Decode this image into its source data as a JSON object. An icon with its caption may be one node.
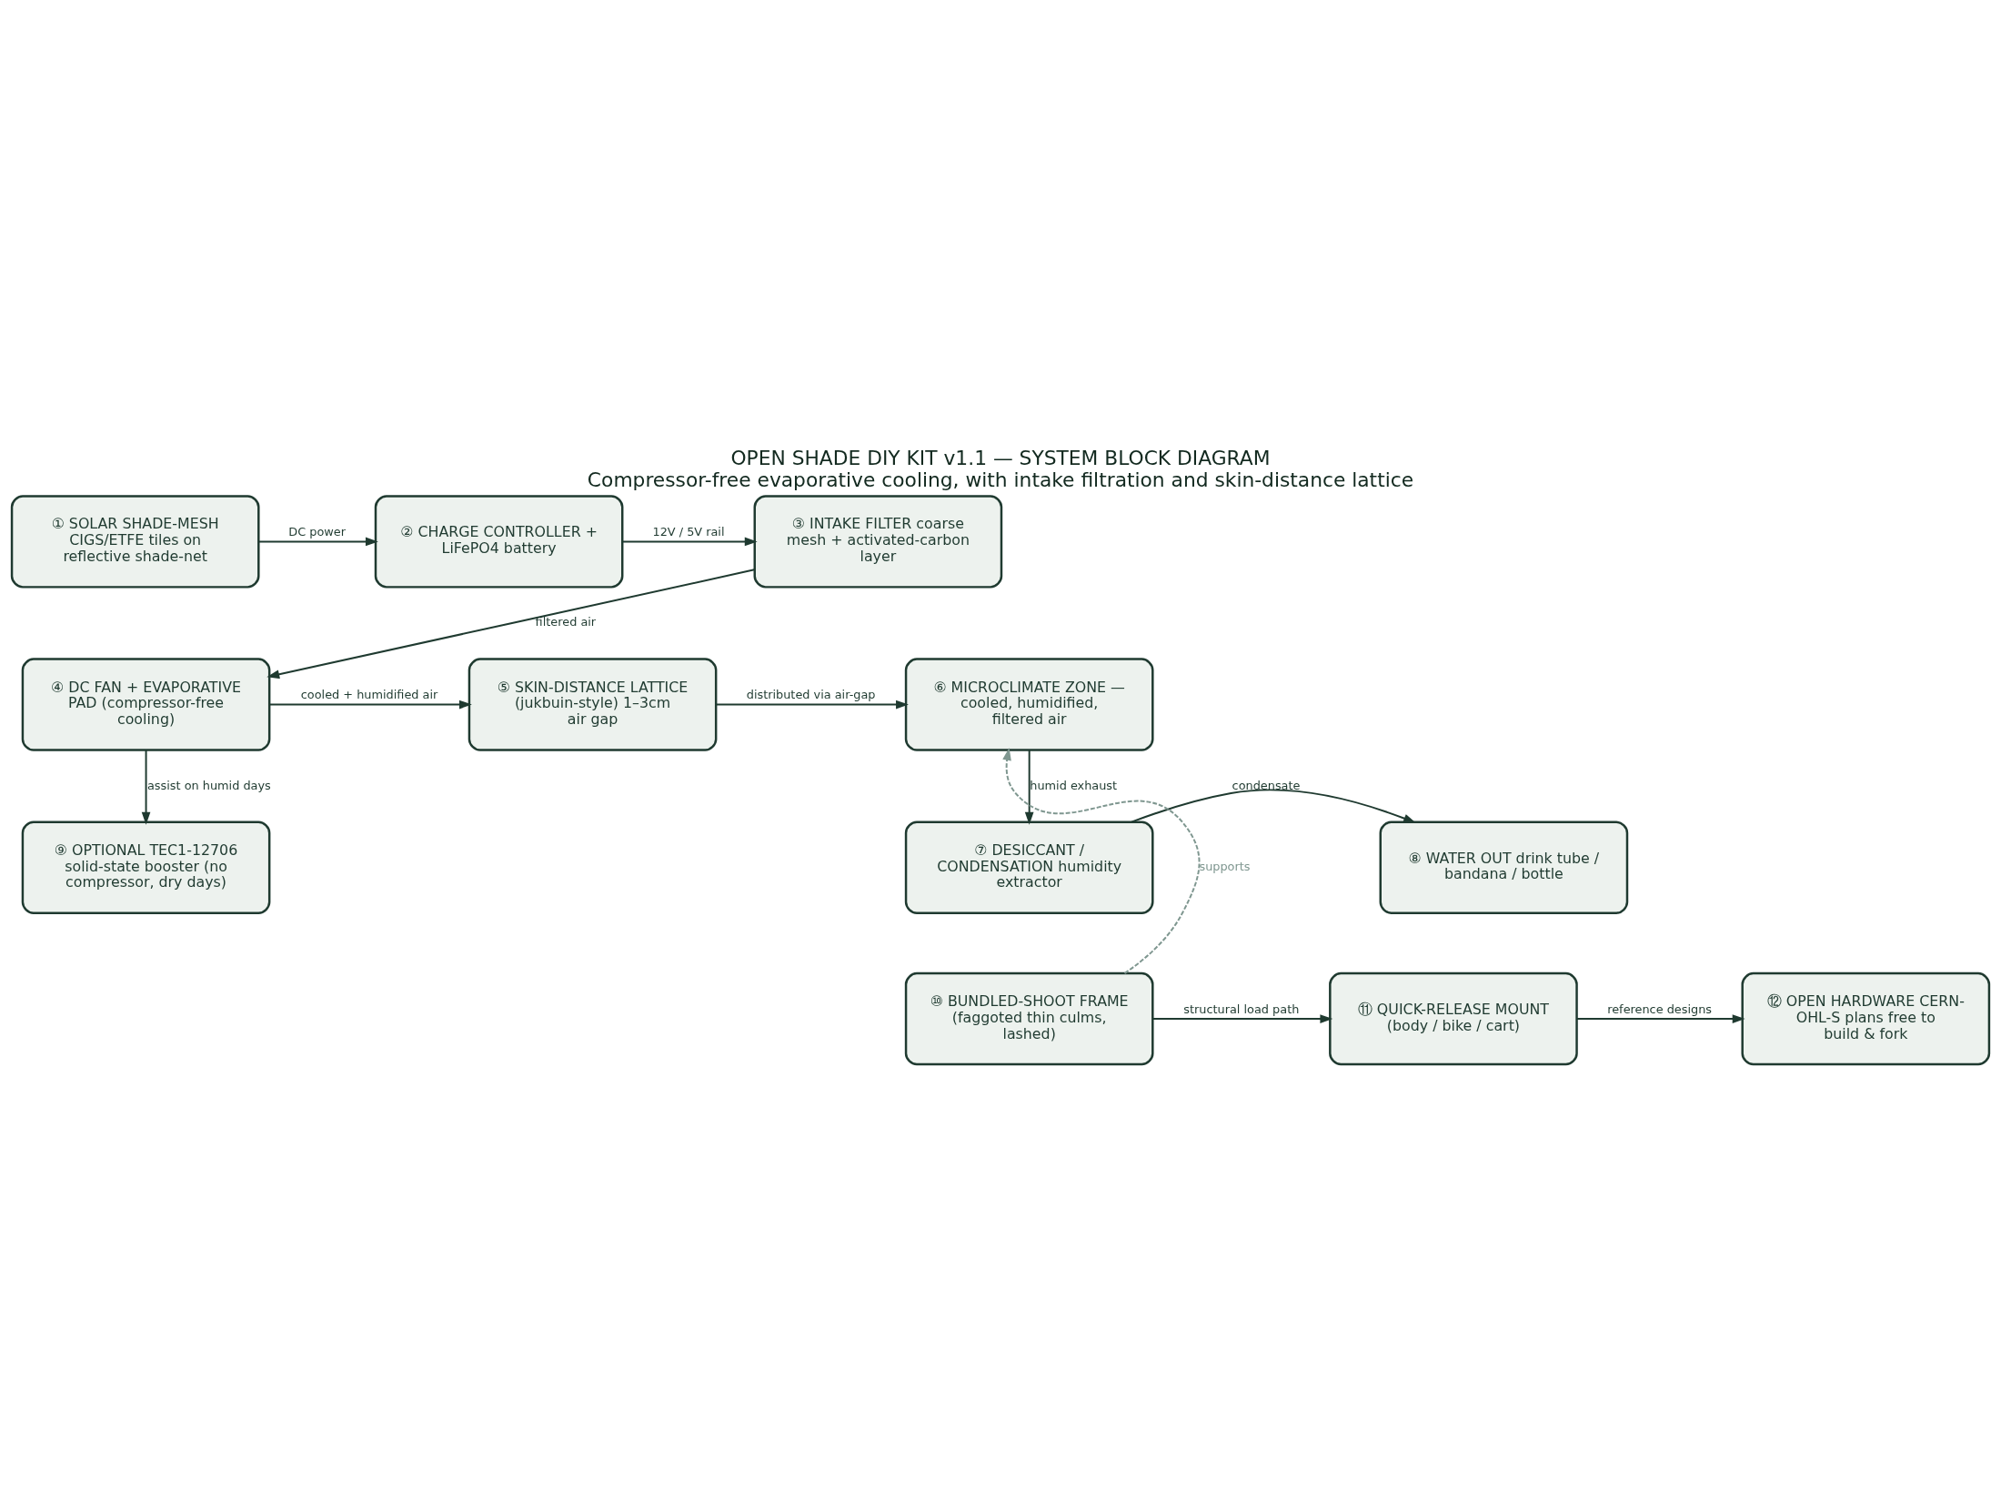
{
  "diagram": {
    "title": "OPEN SHADE DIY KIT v1.1 — SYSTEM BLOCK DIAGRAM",
    "caption": "Compressor-free evaporative cooling, with intake filtration and skin-distance lattice",
    "nodes": [
      {
        "text": [
          "① SOLAR SHADE-MESH CIGS/ETFE tiles on reflective shade-net"
        ]
      },
      {
        "text": [
          "② CHARGE CONTROLLER + LiFePO4 battery"
        ]
      },
      {
        "text": [
          "③ INTAKE FILTER coarse mesh + activated-carbon layer"
        ]
      },
      {
        "text": [
          "⑥ MICROCLIMATE ZONE — cooled, humidified, filtered air"
        ]
      },
      {
        "text": [
          "⑤ SKIN-DISTANCE LATTICE (jukbuin-style) 1–3cm air gap"
        ]
      },
      {
        "text": [
          "④ DC FAN + EVAPORATIVE PAD (compressor-free cooling)"
        ]
      },
      {
        "text": [
          "⑦ DESICCANT / CONDENSATION humidity extractor"
        ]
      },
      {
        "text": [
          "⑧ WATER OUT drink tube / bandana / bottle"
        ]
      },
      {
        "text": [
          "⑨ OPTIONAL TEC1-12706 solid-state booster (no compressor, dry days)"
        ]
      },
      {
        "text": [
          "⑩ BUNDLED-SHOOT FRAME (faggoted thin culms, lashed)"
        ]
      },
      {
        "text": [
          "⑪ QUICK-RELEASE MOUNT (body / bike / cart)"
        ]
      },
      {
        "text": [
          "⑫ OPEN HARDWARE CERN-OHL-S plans free to build & fork"
        ]
      }
    ],
    "edges": [
      {
        "from": 0,
        "to": 1,
        "arrow": "to",
        "label": "DC power"
      },
      {
        "from": 1,
        "to": 2,
        "arrow": "to",
        "label": "12V / 5V rail"
      },
      {
        "from": 2,
        "to": 5,
        "arrow": "to",
        "label": "filtered air"
      },
      {
        "from": 5,
        "to": 4,
        "arrow": "to",
        "label": "cooled + humidified air"
      },
      {
        "from": 4,
        "to": 3,
        "arrow": "to",
        "label": "distributed via air-gap"
      },
      {
        "from": 3,
        "to": 6,
        "arrow": "to",
        "label": "humid exhaust"
      },
      {
        "from": 6,
        "to": 7,
        "arrow": "to",
        "label": "condensate"
      },
      {
        "from": 5,
        "to": 8,
        "arrow": "to",
        "label": "assist on humid days"
      },
      {
        "from": 9,
        "to": 10,
        "arrow": "to",
        "label": "structural load path"
      },
      {
        "from": 10,
        "to": 11,
        "arrow": "to",
        "label": "reference designs"
      },
      {
        "from": 9,
        "to": 3,
        "arrow": "to",
        "label": "supports",
        "style": "dashed",
        "color": "#7f9790"
      }
    ]
  }
}
